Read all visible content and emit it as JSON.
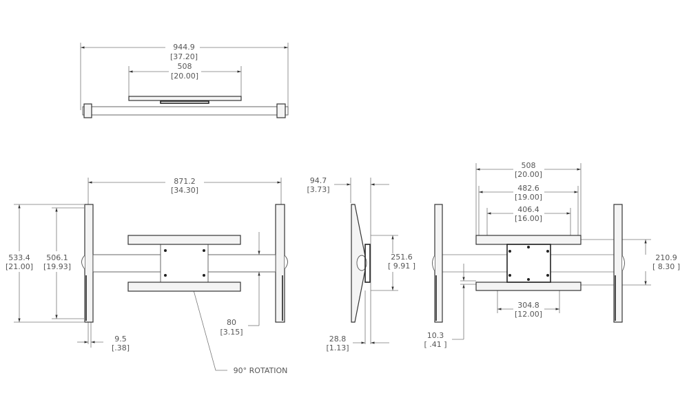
{
  "top_view": {
    "overall_width": {
      "mm": "944.9",
      "in": "[37.20]"
    },
    "plate_width": {
      "mm": "508",
      "in": "[20.00]"
    }
  },
  "front_view": {
    "rail_span": {
      "mm": "871.2",
      "in": "[34.30]"
    },
    "overall_height": {
      "mm": "533.4",
      "in": "[21.00]"
    },
    "rail_height": {
      "mm": "506.1",
      "in": "[19.93]"
    },
    "offset": {
      "mm": "80",
      "in": "[3.15]"
    },
    "rail_thickness": {
      "mm": "9.5",
      "in": "[.38]"
    },
    "rotation_note": "90° ROTATION"
  },
  "side_view": {
    "depth": {
      "mm": "94.7",
      "in": "[3.73]"
    },
    "bracket_height": {
      "mm": "251.6",
      "in": "[ 9.91 ]"
    },
    "min_depth": {
      "mm": "28.8",
      "in": "[1.13]"
    }
  },
  "rear_view": {
    "width_a": {
      "mm": "508",
      "in": "[20.00]"
    },
    "width_b": {
      "mm": "482.6",
      "in": "[19.00]"
    },
    "width_c": {
      "mm": "406.4",
      "in": "[16.00]"
    },
    "bracket_spacing": {
      "mm": "210.9",
      "in": "[ 8.30 ]"
    },
    "hole_spacing": {
      "mm": "304.8",
      "in": "[12.00]"
    },
    "slot_offset": {
      "mm": "10.3",
      "in": "[ .41 ]"
    }
  }
}
